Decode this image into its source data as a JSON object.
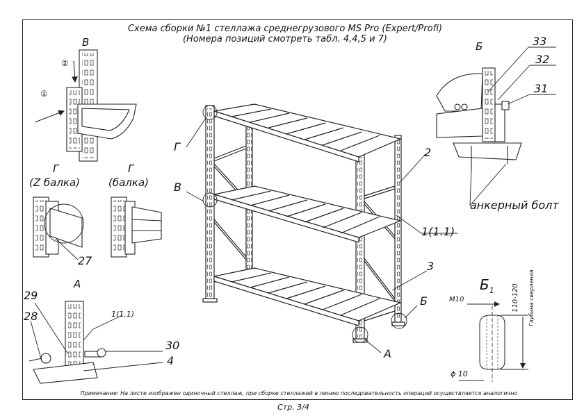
{
  "header": {
    "title_line1": "Схема сборки №1 стеллажа среднегрузового MS Pro (Expert/Profi)",
    "title_line2": "(Номера позиций смотреть табл. 4,4,5 и 7)"
  },
  "views": {
    "v": "В",
    "b": "Б",
    "g_z": "Г",
    "g_z_sub": "(Z балка)",
    "g_beam": "Г",
    "g_beam_sub": "(балка)",
    "a": "А",
    "b1": "Б",
    "b1_sub": "1"
  },
  "steps": {
    "step1": "①",
    "step2": "②"
  },
  "callouts": {
    "main_g": "Г",
    "main_v": "В",
    "main_a": "А",
    "main_b": "Б",
    "pos_2": "2",
    "pos_1": "1(1.1)",
    "pos_3": "3",
    "pos_27": "27",
    "pos_29": "29",
    "pos_28": "28",
    "pos_1_detail": "1(1.1)",
    "pos_30": "30",
    "pos_4": "4",
    "pos_33": "33",
    "pos_32": "32",
    "pos_31": "31",
    "anchor_bolt": "анкерный болт"
  },
  "drill": {
    "thread": "M10",
    "depth_range": "110-120",
    "depth_label": "Глубина сверления",
    "diameter": "ϕ 10"
  },
  "footer": {
    "note": "Примечание: На листе изображен одиночный стеллаж, при сборке стеллажей в линию последовательность операций осуществляется аналогично",
    "page": "Стр. 3/4"
  }
}
